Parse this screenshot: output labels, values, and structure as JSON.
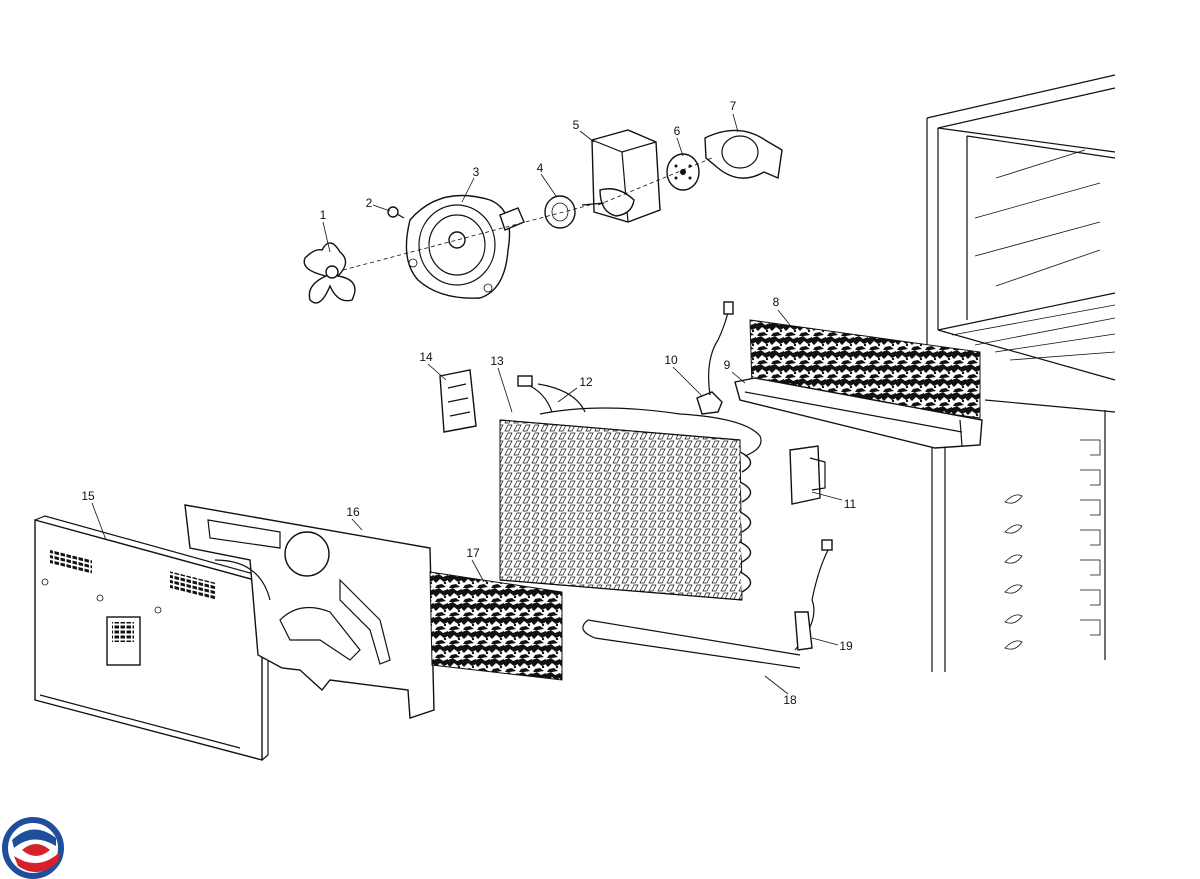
{
  "diagram": {
    "callouts": [
      {
        "id": "1",
        "label": "1"
      },
      {
        "id": "2",
        "label": "2"
      },
      {
        "id": "3",
        "label": "3"
      },
      {
        "id": "4",
        "label": "4"
      },
      {
        "id": "5",
        "label": "5"
      },
      {
        "id": "6",
        "label": "6"
      },
      {
        "id": "7",
        "label": "7"
      },
      {
        "id": "8",
        "label": "8"
      },
      {
        "id": "9",
        "label": "9"
      },
      {
        "id": "10",
        "label": "10"
      },
      {
        "id": "11",
        "label": "11"
      },
      {
        "id": "12",
        "label": "12"
      },
      {
        "id": "13",
        "label": "13"
      },
      {
        "id": "14",
        "label": "14"
      },
      {
        "id": "15",
        "label": "15"
      },
      {
        "id": "16",
        "label": "16"
      },
      {
        "id": "17",
        "label": "17"
      },
      {
        "id": "18",
        "label": "18"
      },
      {
        "id": "19",
        "label": "19"
      }
    ],
    "logo": {
      "colors": [
        "#1f4e9c",
        "#d6202a"
      ]
    }
  }
}
